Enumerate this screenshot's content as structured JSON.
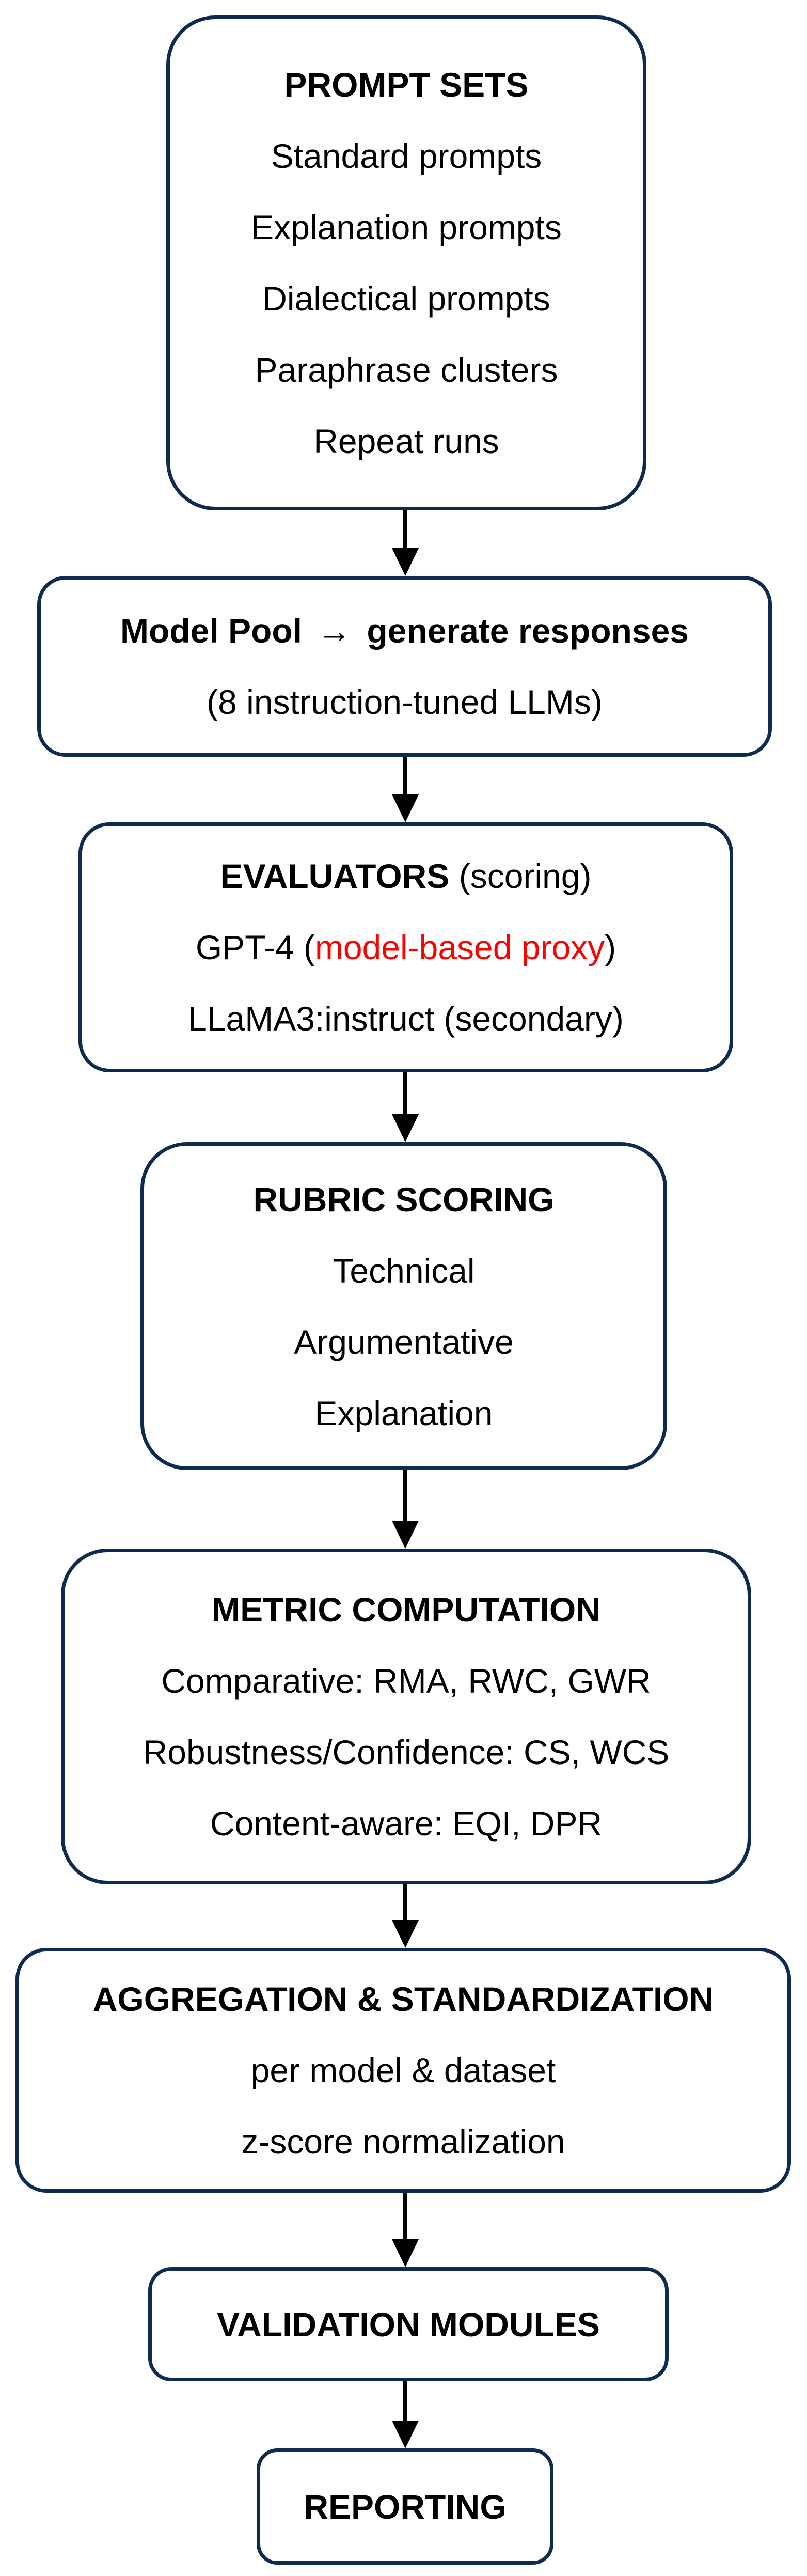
{
  "colors": {
    "border": "#0d2b50",
    "text": "#000000",
    "highlight": "#ff0000",
    "background": "#ffffff",
    "arrow": "#000000"
  },
  "boxes": {
    "prompt_sets": {
      "title": "PROMPT SETS",
      "lines": [
        "Standard prompts",
        "Explanation prompts",
        "Dialectical prompts",
        "Paraphrase clusters",
        "Repeat runs"
      ]
    },
    "model_pool": {
      "title_left": "Model Pool",
      "arrow_glyph": "→",
      "title_right": "generate responses",
      "subtitle": "(8 instruction-tuned LLMs)"
    },
    "evaluators": {
      "title_bold": "EVALUATORS",
      "title_note": "(scoring)",
      "gpt4_prefix": "GPT-4 (",
      "gpt4_red": "model-based proxy",
      "gpt4_suffix": ")",
      "secondary": "LLaMA3:instruct (secondary)"
    },
    "rubric_scoring": {
      "title": "RUBRIC SCORING",
      "lines": [
        "Technical",
        "Argumentative",
        "Explanation"
      ]
    },
    "metric_computation": {
      "title": "METRIC COMPUTATION",
      "lines": [
        "Comparative: RMA, RWC, GWR",
        "Robustness/Confidence: CS, WCS",
        "Content-aware: EQI, DPR"
      ]
    },
    "aggregation": {
      "title": "AGGREGATION & STANDARDIZATION",
      "lines": [
        "per model & dataset",
        "z-score normalization"
      ]
    },
    "validation": {
      "title": "VALIDATION MODULES"
    },
    "reporting": {
      "title": "REPORTING"
    }
  }
}
